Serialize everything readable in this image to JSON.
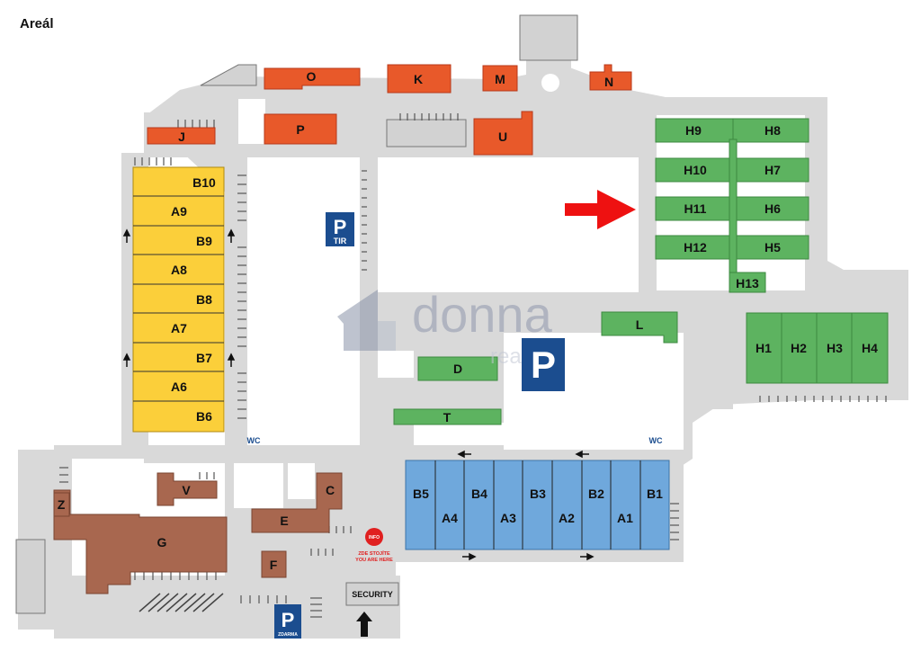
{
  "title": "Areál",
  "colors": {
    "road": "#d9d9d9",
    "orange": "#e8592a",
    "yellow": "#fbcf3a",
    "green": "#5db360",
    "blue": "#6fa8dc",
    "brown": "#a8674f",
    "parking": "#1b4d8f",
    "gray_bldg": "#d2d2d2",
    "arrow_red": "#ee1111",
    "info_red": "#e02020"
  },
  "buildings": {
    "O": "O",
    "K": "K",
    "M": "M",
    "N": "N",
    "J": "J",
    "P": "P",
    "U": "U",
    "B10": "B10",
    "A9": "A9",
    "B9": "B9",
    "A8": "A8",
    "B8": "B8",
    "A7": "A7",
    "B7": "B7",
    "A6": "A6",
    "B6": "B6",
    "H9": "H9",
    "H8": "H8",
    "H10": "H10",
    "H7": "H7",
    "H11": "H11",
    "H6": "H6",
    "H12": "H12",
    "H5": "H5",
    "H13": "H13",
    "H1": "H1",
    "H2": "H2",
    "H3": "H3",
    "H4": "H4",
    "L": "L",
    "D": "D",
    "T": "T",
    "B5": "B5",
    "B4": "B4",
    "B3": "B3",
    "B2": "B2",
    "B1": "B1",
    "A4": "A4",
    "A3": "A3",
    "A2": "A2",
    "A1": "A1",
    "Z": "Z",
    "V": "V",
    "C": "C",
    "E": "E",
    "G": "G",
    "F": "F"
  },
  "parking": {
    "main": "P",
    "tir": "P",
    "tir_sub": "TIR",
    "zdarma": "P",
    "zdarma_sub": "ZDARMA"
  },
  "labels": {
    "wc_left": "WC",
    "wc_right": "WC",
    "security": "SECURITY",
    "info": "INFO",
    "you_are_here_1": "ZDE STOJÍTE",
    "you_are_here_2": "YOU ARE HERE"
  },
  "watermark": {
    "brand": "donna",
    "sub": "reality"
  },
  "icons": {
    "target_arrow": "right-arrow-icon",
    "entrance_arrow": "up-arrow-icon",
    "one_way": "small-arrow-icon"
  }
}
